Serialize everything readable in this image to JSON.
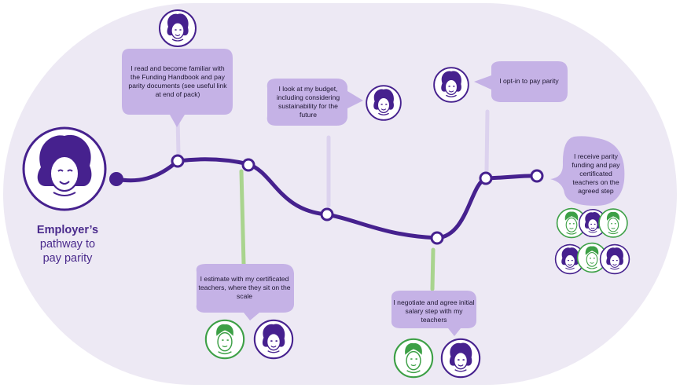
{
  "title": {
    "bold": "Employer’s",
    "line2": "pathway to",
    "line3": "pay parity"
  },
  "steps": {
    "read": "I read and become familiar with the Funding Handbook and pay parity documents (see useful link at end of pack)",
    "estimate": "I estimate with my certificated teachers, where they sit on the scale",
    "budget": "I look at my budget, including considering sustainability for the future",
    "negotiate": "I negotiate and agree initial salary step with my teachers",
    "optin": "I opt-in to pay parity",
    "receive": "I receive parity funding and pay certificated teachers on the agreed step"
  },
  "colors": {
    "background": "#ede9f4",
    "bubble": "#c5b2e6",
    "path": "#46218e",
    "teacher_green": "#3da046",
    "connector_green": "#a9d48e",
    "connector_lavender": "#dcd2ee"
  },
  "icons": {
    "employer": "employer-avatar-icon",
    "teacher": "teacher-avatar-icon"
  }
}
